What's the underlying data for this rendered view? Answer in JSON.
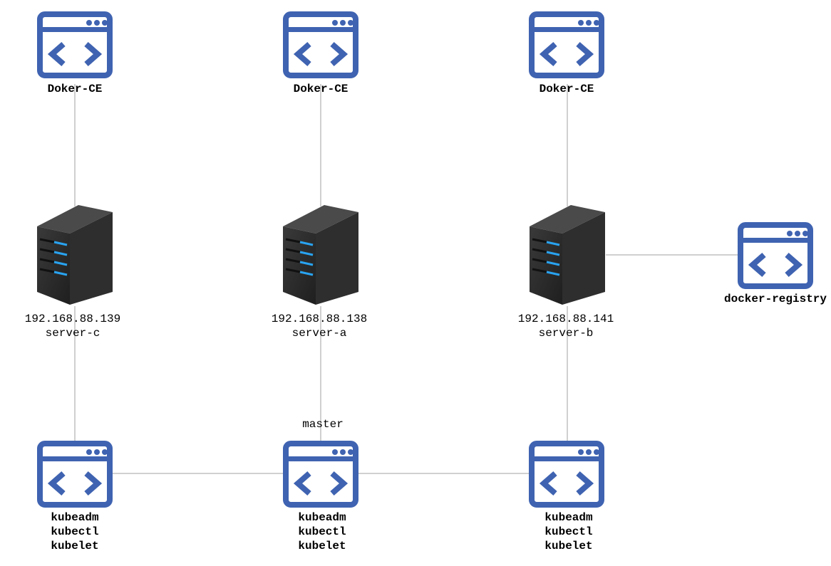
{
  "diagram": {
    "docker_label": "Doker-CE",
    "columns": [
      {
        "id": "c",
        "docker_label": "Doker-CE",
        "ip": "192.168.88.139",
        "hostname": "server-c",
        "role": "",
        "tools": [
          "kubeadm",
          "kubectl",
          "kubelet"
        ]
      },
      {
        "id": "a",
        "docker_label": "Doker-CE",
        "ip": "192.168.88.138",
        "hostname": "server-a",
        "role": "master",
        "tools": [
          "kubeadm",
          "kubectl",
          "kubelet"
        ]
      },
      {
        "id": "b",
        "docker_label": "Doker-CE",
        "ip": "192.168.88.141",
        "hostname": "server-b",
        "role": "",
        "tools": [
          "kubeadm",
          "kubectl",
          "kubelet"
        ]
      }
    ],
    "registry_label": "docker-registry",
    "colors": {
      "icon": "#3f63b1",
      "line": "#a0a0a0",
      "server_dark": "#2b2b2b",
      "server_led": "#29a3f0"
    }
  }
}
